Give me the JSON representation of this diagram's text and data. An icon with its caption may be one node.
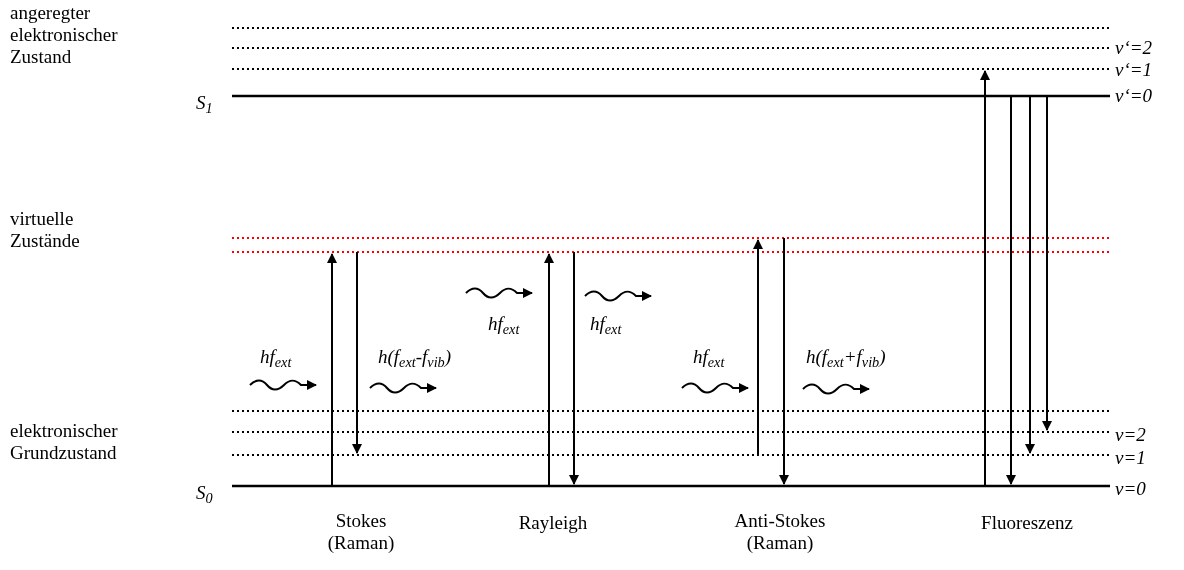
{
  "diagram": {
    "labels": [
      "angeregter elektronischer Zustand",
      "v‘=2",
      "v‘=1",
      "S$_{1}$",
      "v‘=0",
      "virtuelle Zustände",
      "hf$_{ext}$",
      "hf$_{ext}$",
      "hf$_{ext}$",
      "h(f$_{ext}$-f$_{vib}$)",
      "hf$_{ext}$",
      "h(f$_{ext}$+f$_{vib}$)",
      "elektronischer Grundzustand",
      "v=2",
      "v=1",
      "S$_{0}$",
      "v=0",
      "Stokes (Raman)",
      "Rayleigh",
      "Anti-Stokes (Raman)",
      "Fluoreszenz"
    ]
  }
}
